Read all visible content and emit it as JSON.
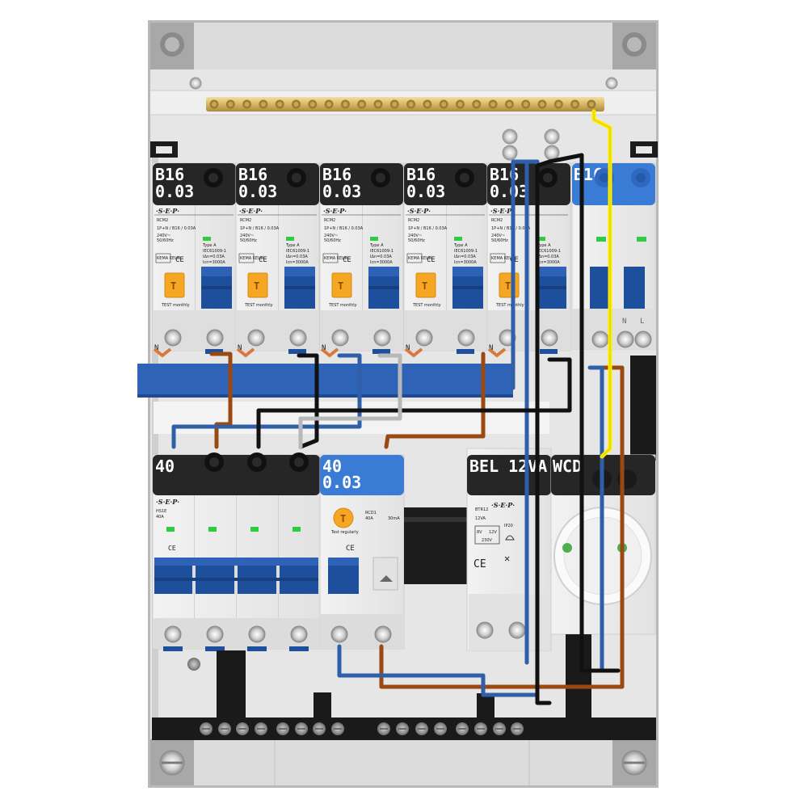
{
  "row1": {
    "modules": [
      {
        "rating": "B16",
        "sensitivity": "0.03"
      },
      {
        "rating": "B16",
        "sensitivity": "0.03"
      },
      {
        "rating": "B16",
        "sensitivity": "0.03"
      },
      {
        "rating": "B16",
        "sensitivity": "0.03"
      },
      {
        "rating": "B16",
        "sensitivity": "0.03"
      }
    ],
    "blue_label": "B16",
    "brand": "·S·E·P·",
    "model": "RCM2",
    "spec": "1P+N / B16 / 0.03A",
    "voltage": "240V~",
    "freq": "50/60Hz",
    "type": "Type A",
    "standard": "IEC61009-1",
    "idn": "IΔn=0.03A",
    "icn": "Icn=3000A",
    "test_text": "TEST monthly",
    "test_key": "T",
    "ce": "CE",
    "kema": "KEMA KEUR",
    "neutral": "N"
  },
  "row2": {
    "main_label": "40",
    "rcd_rating": "40",
    "rcd_sensitivity": "0.03",
    "main_brand": "·S·E·P·",
    "main_model": "HS1E",
    "main_amps": "40A",
    "rcd_model": "RCD1",
    "rcd_amps": "40A",
    "rcd_ma": "30mA",
    "rcd_test_text": "Test regularly",
    "rcd_test_key": "T",
    "ce": "CE",
    "bell_label": "BEL 12VA",
    "bell_model": "BTR12",
    "bell_power": "12VA",
    "bell_ip": "IP20",
    "bell_v1": "8V",
    "bell_v2": "12V",
    "bell_v3": "230V",
    "socket_label": "WCD"
  },
  "colors": {
    "blue_wire": "#2f5fa8",
    "brown_wire": "#9a4a10",
    "black_wire": "#111111",
    "grey_wire": "#b8b8b8",
    "yellow_wire": "#ffee00",
    "label_black": "#262626",
    "label_blue": "#3a7bd5",
    "handle_blue": "#1d4f9c",
    "test_orange": "#f5a623"
  }
}
